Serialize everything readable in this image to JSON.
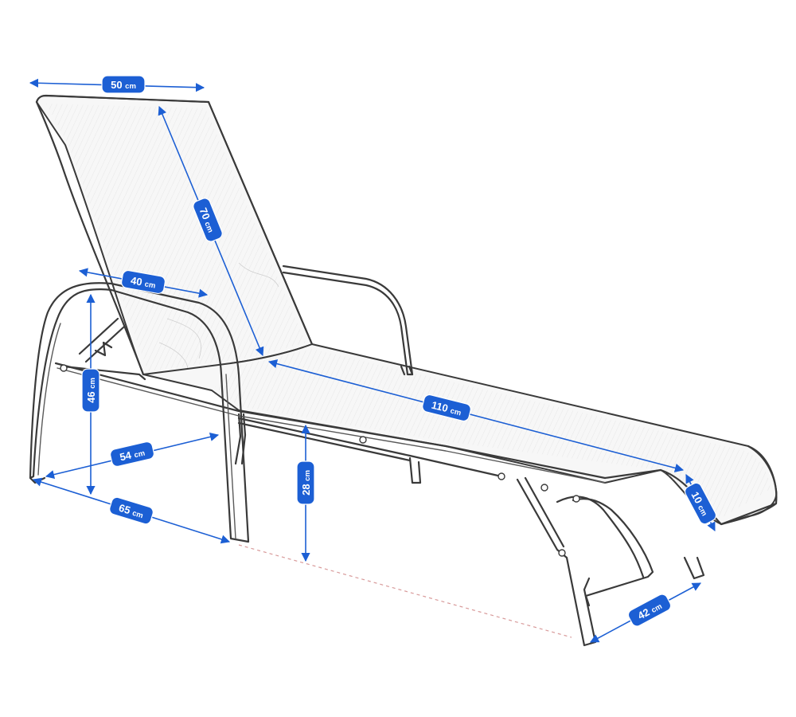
{
  "colors": {
    "dimension": "#1c5fd4",
    "outline": "#3a3a3a",
    "ground_reference": "#d89a9a"
  },
  "dimensions": {
    "backrest_width": {
      "value": "50",
      "unit": "cm"
    },
    "backrest_length": {
      "value": "70",
      "unit": "cm"
    },
    "armrest_length": {
      "value": "40",
      "unit": "cm"
    },
    "seat_length": {
      "value": "110",
      "unit": "cm"
    },
    "foot_thickness": {
      "value": "10",
      "unit": "cm"
    },
    "armrest_height": {
      "value": "46",
      "unit": "cm"
    },
    "seat_width": {
      "value": "54",
      "unit": "cm"
    },
    "frame_width": {
      "value": "65",
      "unit": "cm"
    },
    "seat_height": {
      "value": "28",
      "unit": "cm"
    },
    "foot_width": {
      "value": "42",
      "unit": "cm"
    }
  }
}
